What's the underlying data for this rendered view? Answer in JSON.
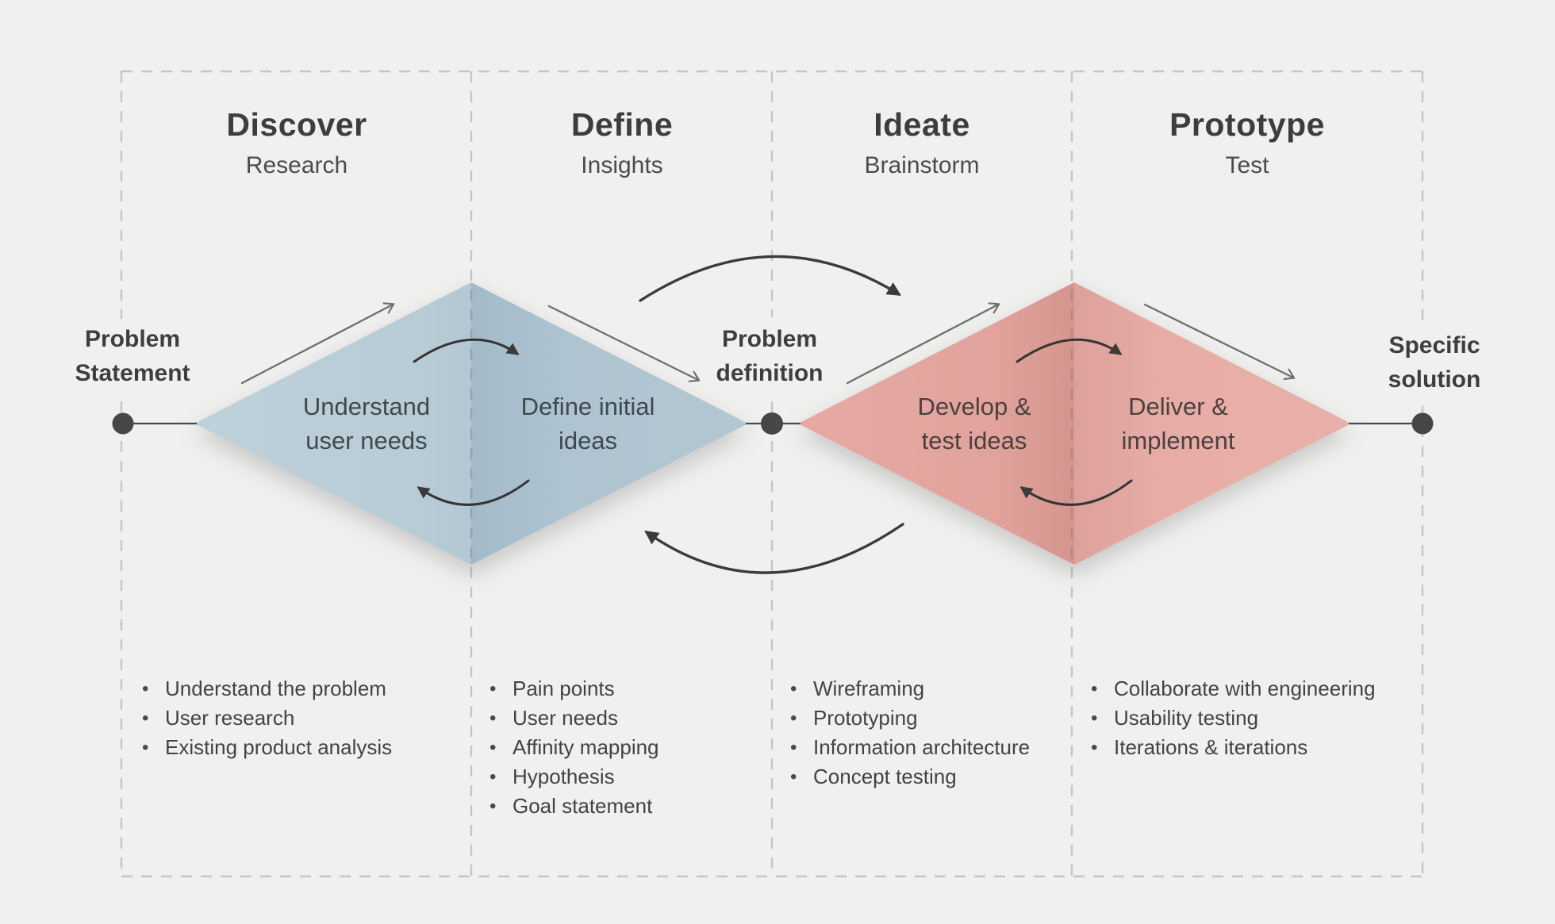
{
  "phases": [
    {
      "title": "Discover",
      "subtitle": "Research",
      "bullets": [
        "Understand the problem",
        "User research",
        "Existing product analysis"
      ]
    },
    {
      "title": "Define",
      "subtitle": "Insights",
      "bullets": [
        "Pain points",
        "User needs",
        "Affinity mapping",
        "Hypothesis",
        "Goal statement"
      ]
    },
    {
      "title": "Ideate",
      "subtitle": "Brainstorm",
      "bullets": [
        "Wireframing",
        "Prototyping",
        "Information architecture",
        "Concept testing"
      ]
    },
    {
      "title": "Prototype",
      "subtitle": "Test",
      "bullets": [
        "Collaborate with engineering",
        "Usability testing",
        "Iterations & iterations"
      ]
    }
  ],
  "milestones": {
    "start": {
      "line1": "Problem",
      "line2": "Statement"
    },
    "middle": {
      "line1": "Problem",
      "line2": "definition"
    },
    "end": {
      "line1": "Specific",
      "line2": "solution"
    }
  },
  "diamond_labels": {
    "discover": {
      "line1": "Understand",
      "line2": "user needs"
    },
    "define": {
      "line1": "Define initial",
      "line2": "ideas"
    },
    "develop": {
      "line1": "Develop &",
      "line2": "test ideas"
    },
    "deliver": {
      "line1": "Deliver &",
      "line2": "implement"
    }
  },
  "colors": {
    "background": "#f0f0ee",
    "diamond_blue": "#b7cad5",
    "diamond_pink": "#e5a9a3",
    "text_dark": "#3d3d3d",
    "text_body": "#434343",
    "arrow_dark": "#3b3b3b",
    "arrow_gray": "#6e6e6e",
    "dashed_border": "#c9c9c7",
    "node_dot": "#464646"
  }
}
